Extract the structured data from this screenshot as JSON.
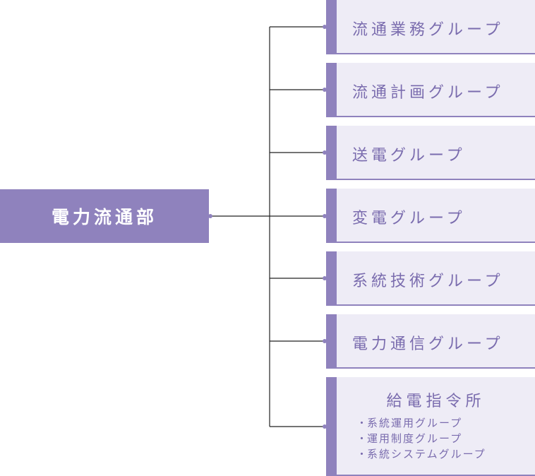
{
  "root": {
    "label": "電力流通部"
  },
  "groups": [
    {
      "label": "流通業務グループ"
    },
    {
      "label": "流通計画グループ"
    },
    {
      "label": "送電グループ"
    },
    {
      "label": "変電グループ"
    },
    {
      "label": "系統技術グループ"
    },
    {
      "label": "電力通信グループ"
    },
    {
      "label": "給電指令所",
      "subgroups": [
        "系統運用グループ",
        "運用制度グループ",
        "系統システムグループ"
      ]
    }
  ],
  "colors": {
    "accent": "#8f82bd",
    "box_fill": "#eeecf6",
    "text": "#7a6cae",
    "line": "#222222"
  }
}
